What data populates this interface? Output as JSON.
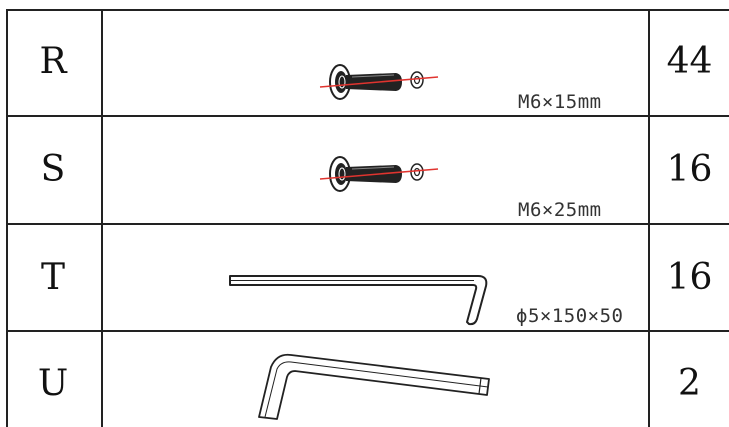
{
  "parts": [
    {
      "letter": "R",
      "spec": "M6×15mm",
      "quantity": "44",
      "icon": "bolt-washer-icon"
    },
    {
      "letter": "S",
      "spec": "M6×25mm",
      "quantity": "16",
      "icon": "bolt-washer-icon"
    },
    {
      "letter": "T",
      "spec": "ϕ5×150×50",
      "quantity": "16",
      "icon": "hex-key-icon"
    },
    {
      "letter": "U",
      "spec": "",
      "quantity": "2",
      "icon": "hex-key-icon"
    }
  ],
  "colors": {
    "line": "#222222",
    "centerline": "#e0342f"
  }
}
